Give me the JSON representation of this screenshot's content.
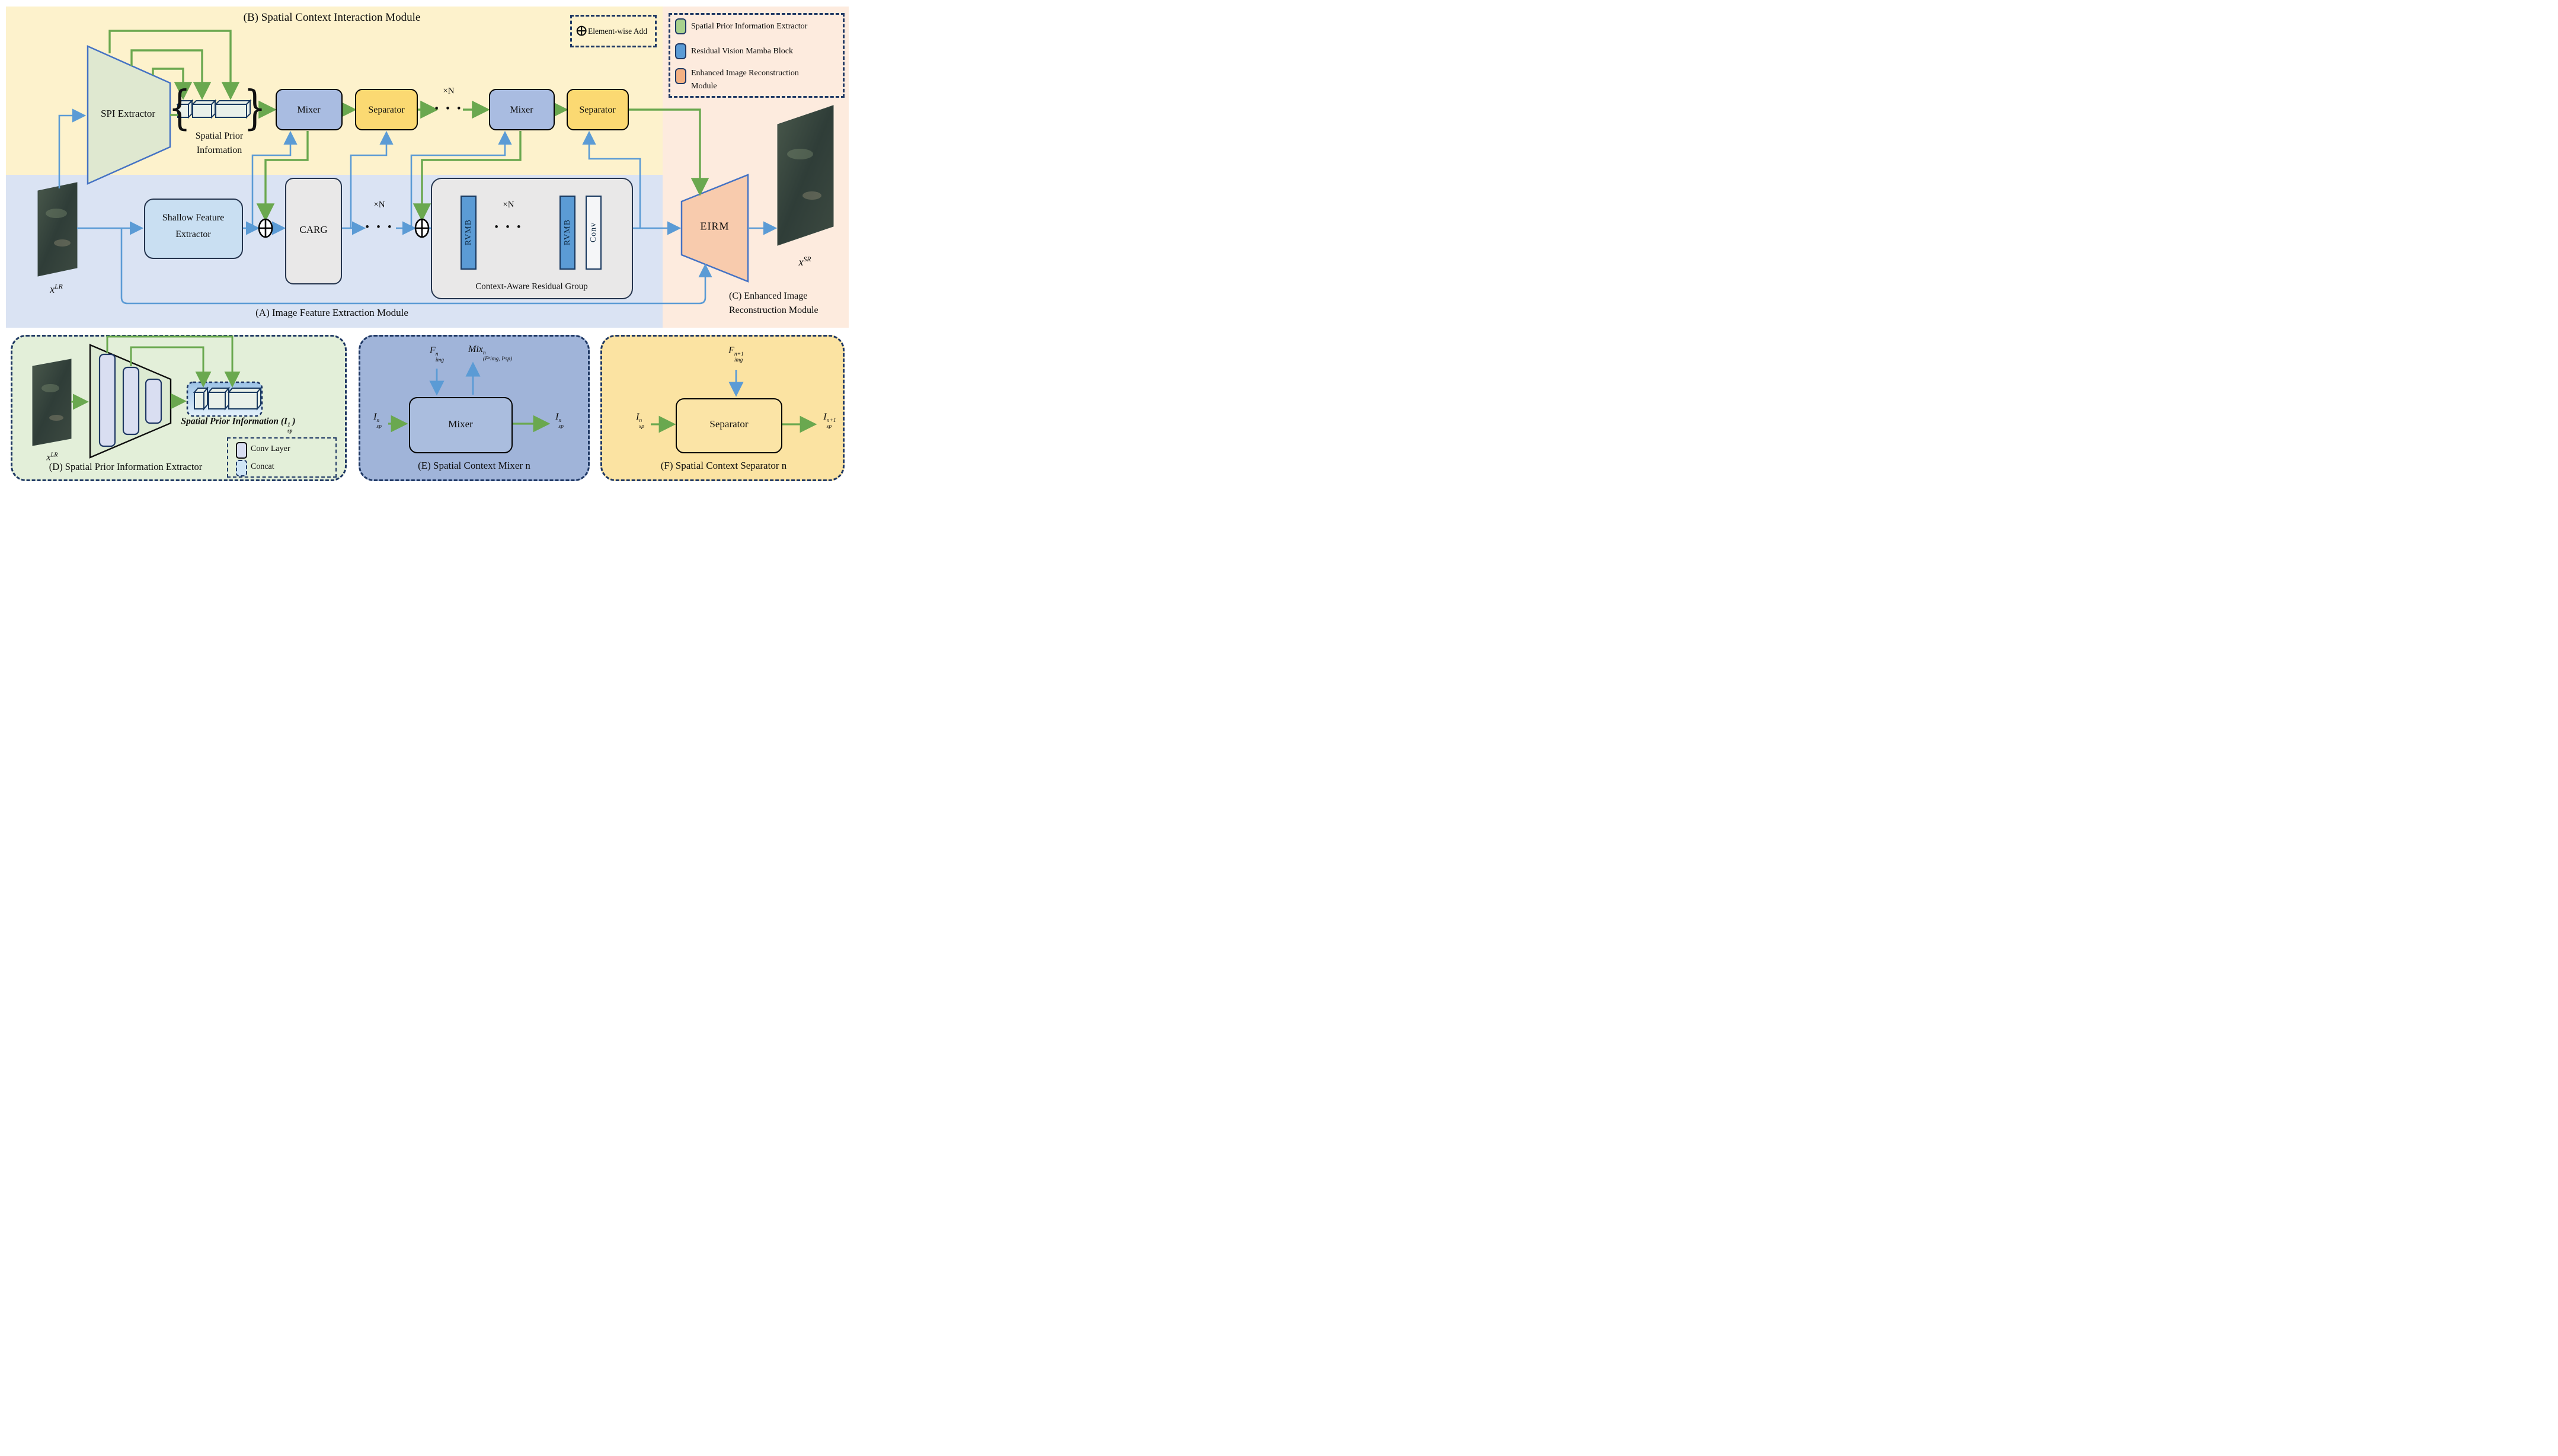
{
  "figure": {
    "title_b": "(B) Spatial Context Interaction Module",
    "caption_a": "(A) Image Feature Extraction Module",
    "caption_c_line1": "(C) Enhanced Image",
    "caption_c_line2": "Reconstruction Module"
  },
  "legend_add": {
    "symbol": "⊕",
    "label": "Element-wise Add"
  },
  "legend_modules": {
    "items": [
      {
        "label": "Spatial Prior Information Extractor",
        "color": "#a9d18e"
      },
      {
        "label_line1": "Residual Vision Mamba Block",
        "color": "#5b9bd5"
      },
      {
        "label_line1": "Enhanced Image Reconstruction",
        "label_line2": "Module",
        "color": "#f4b183"
      }
    ]
  },
  "main": {
    "spi_extractor": "SPI Extractor",
    "spatial_prior_line1": "Spatial Prior",
    "spatial_prior_line2": "Information",
    "mixer": "Mixer",
    "separator": "Separator",
    "xn": "×N",
    "dots": "• • •",
    "shallow_line1": "Shallow Feature",
    "shallow_line2": "Extractor",
    "carg": "CARG",
    "rvmb": "RVMB",
    "conv": "Conv",
    "carg_group": "Context-Aware Residual Group",
    "eirm": "EIRM",
    "x_lr": {
      "base": "x",
      "sup": "LR"
    },
    "x_sr": {
      "base": "x",
      "sup": "SR"
    }
  },
  "panel_d": {
    "x_lr": {
      "base": "x",
      "sup": "LR"
    },
    "spi_label": {
      "prefix": "Spatial Prior Information (",
      "base": "I",
      "sup": "1",
      "sub": "sp",
      "suffix": ")"
    },
    "legend_conv": "Conv Layer",
    "legend_concat": "Concat",
    "caption": "(D) Spatial Prior Information Extractor"
  },
  "panel_e": {
    "f_label": {
      "base": "F",
      "sup": "n",
      "sub": "img"
    },
    "mix_label": {
      "base": "Mix",
      "sup": "n",
      "sub": "(Fⁿimg, Iⁿsp)"
    },
    "isp_in": {
      "base": "I",
      "sup": "n",
      "sub": "sp"
    },
    "isp_out": {
      "base": "I",
      "sup": "n",
      "sub": "sp"
    },
    "mixer": "Mixer",
    "caption": "(E) Spatial Context Mixer n"
  },
  "panel_f": {
    "f_label": {
      "base": "F",
      "sup": "n+1",
      "sub": "img"
    },
    "isp_in": {
      "base": "I",
      "sup": "n",
      "sub": "sp"
    },
    "isp_out": {
      "base": "I",
      "sup": "n+1",
      "sub": "sp"
    },
    "separator": "Separator",
    "caption": "(F) Spatial Context Separator n"
  },
  "colors": {
    "green_arrow": "#6aa84f",
    "blue_arrow": "#5b9bd5",
    "navy": "#1f3864",
    "band_b": "#fdf2cc",
    "band_a": "#dae3f3",
    "band_c": "#fdebde",
    "mixer_fill": "#a9bce1",
    "separator_fill": "#fbd972",
    "shallow_fill": "#c9dff2",
    "carg_fill": "#e9e8e8",
    "rvmb_fill": "#5b9bd5",
    "spi_fill": "#dfe8d0",
    "eirm_fill": "#f8cbad",
    "panel_d_bg": "#e3efd9",
    "panel_e_bg": "#a0b4d9",
    "panel_f_bg": "#fbe3a2",
    "conv_layer_fill": "#d9def1"
  }
}
